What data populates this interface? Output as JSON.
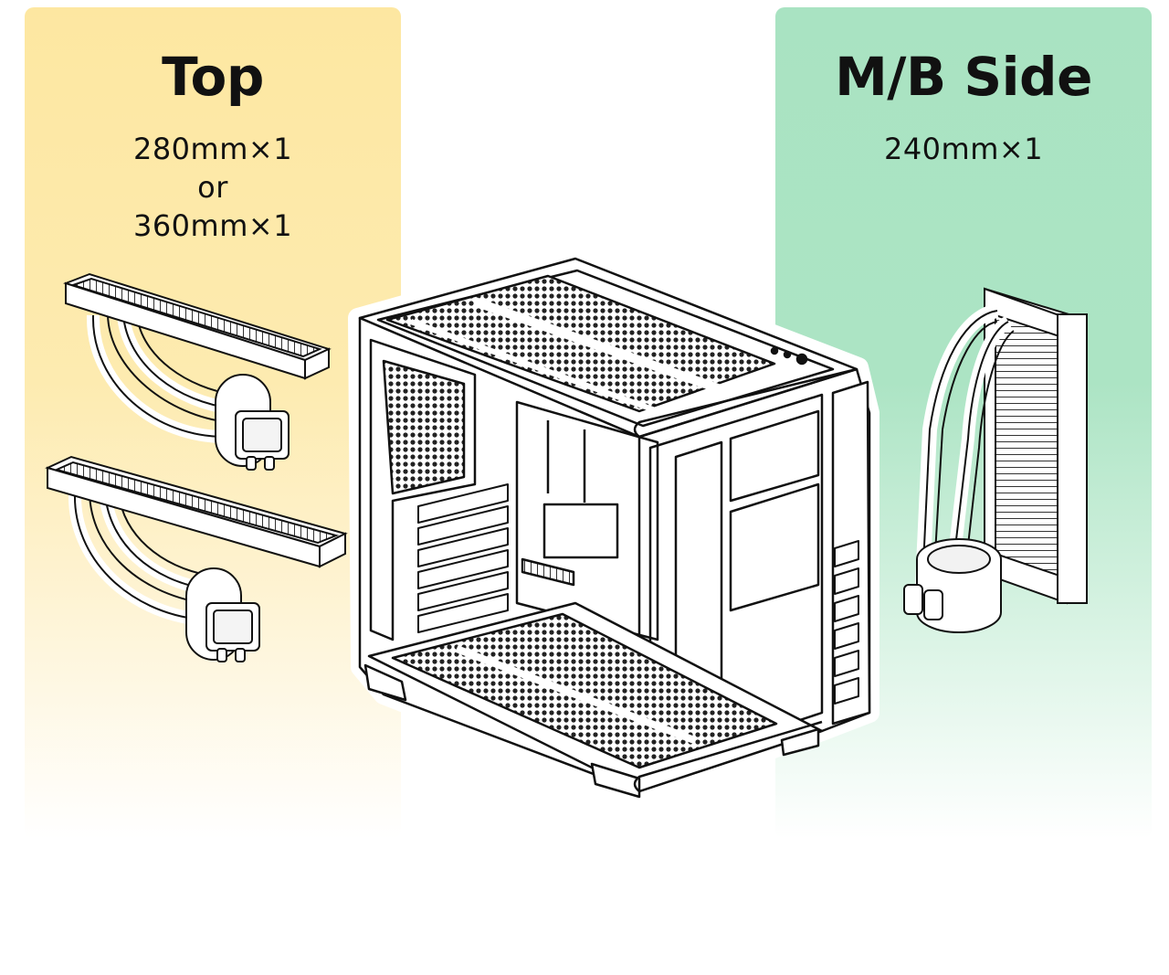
{
  "top_panel": {
    "heading": "Top",
    "spec_line_1": "280mm×1",
    "spec_line_2": "or",
    "spec_line_3": "360mm×1",
    "color": "#fde7a1"
  },
  "side_panel": {
    "heading": "M/B Side",
    "spec_line_1": "240mm×1",
    "color": "#a9e3c2"
  },
  "icons": {
    "case": "pc-case-illustration",
    "top_cooler_1": "aio-radiator-280-illustration",
    "top_cooler_2": "aio-radiator-360-illustration",
    "side_cooler": "aio-radiator-240-illustration"
  }
}
